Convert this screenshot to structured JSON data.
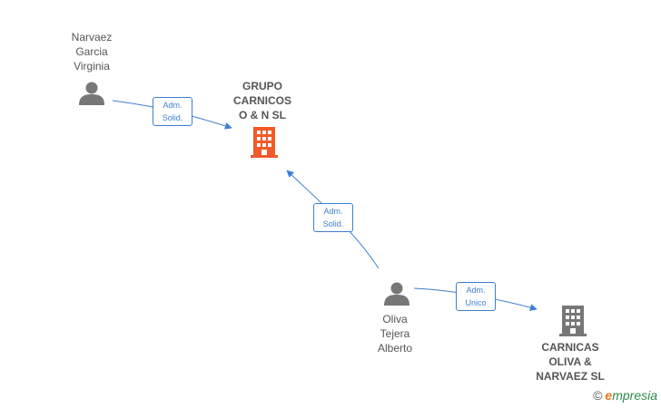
{
  "people": [
    {
      "id": "narvaez",
      "name": "Narvaez\nGarcia\nVirginia"
    },
    {
      "id": "oliva",
      "name": "Oliva\nTejera\nAlberto"
    }
  ],
  "companies": [
    {
      "id": "grupo",
      "name": "GRUPO\nCARNICOS\nO & N  SL",
      "color": "#f15a29"
    },
    {
      "id": "carnicas",
      "name": "CARNICAS\nOLIVA &\nNARVAEZ  SL",
      "color": "#777777"
    }
  ],
  "relations": [
    {
      "from": "narvaez",
      "to": "grupo",
      "label": "Adm.\nSolid."
    },
    {
      "from": "oliva",
      "to": "grupo",
      "label": "Adm.\nSolid."
    },
    {
      "from": "oliva",
      "to": "carnicas",
      "label": "Adm.\nUnico"
    }
  ],
  "colors": {
    "edge": "#3d7fcf",
    "person": "#777777"
  },
  "watermark": {
    "copyright": "©",
    "brand_initial": "e",
    "brand_rest": "mpresia"
  }
}
